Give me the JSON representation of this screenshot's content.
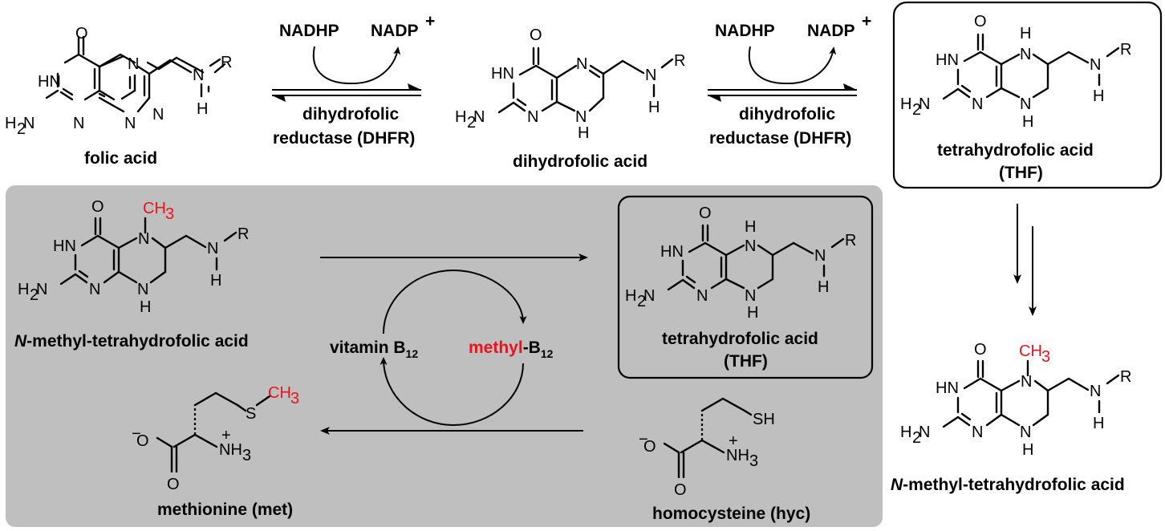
{
  "colors": {
    "accent": "#e8141c",
    "panel": "#bfbfbf"
  },
  "atoms": {
    "O": "O",
    "N": "N",
    "H": "H",
    "R": "R",
    "HN": "HN",
    "H2N_main": "H",
    "H2N_sub": "2",
    "H2N_tail": "N",
    "NH3_main": "NH",
    "NH3_sub": "3",
    "CH3_main": "CH",
    "CH3_sub": "3",
    "SH": "SH",
    "S": "S",
    "minus": "−",
    "plus": "+"
  },
  "top_row": {
    "compound1": "folic acid",
    "compound2": "dihydrofolic acid",
    "compound3_name": "tetrahydrofolic acid",
    "compound3_abbr": "(THF)",
    "arrow1": {
      "cofactor_in": "NADHP",
      "cofactor_out": "NADP",
      "sup": "+",
      "enzyme_line1": "dihydrofolic",
      "enzyme_line2": "reductase (DHFR)"
    },
    "arrow2": {
      "cofactor_in": "NADHP",
      "cofactor_out": "NADP",
      "sup": "+",
      "enzyme_line1": "dihydrofolic",
      "enzyme_line2": "reductase (DHFR)"
    }
  },
  "cycle_panel": {
    "substrate_italic": "N",
    "substrate_rest": "-methyl-tetrahydrofolic acid",
    "product_name": "tetrahydrofolic acid",
    "product_abbr": "(THF)",
    "vitamin_text": "vitamin B",
    "vitamin_sub": "12",
    "methyl_red": "methyl",
    "methyl_rest": "-B",
    "methyl_sub": "12",
    "methionine": "methionine (met)",
    "homocysteine": "homocysteine (hyc)"
  },
  "right_column": {
    "final_italic": "N",
    "final_rest": "-methyl-tetrahydrofolic acid"
  }
}
